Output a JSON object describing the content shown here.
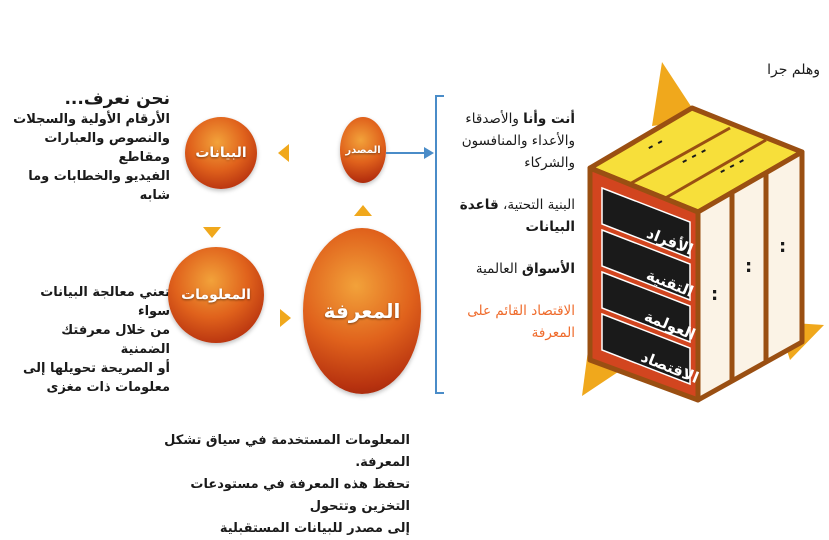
{
  "top_left": {
    "heading": "نحن نعرف...",
    "lines": [
      "الأرقام الأولية والسجلات",
      "والنصوص والعبارات ومقاطع",
      "الفيديو والخطابات وما شابه"
    ]
  },
  "mid_left": {
    "lines": [
      "تعني معالجة البيانات سواء",
      "من خلال معرفتك الضمنية",
      "أو الصريحة تحويلها إلى",
      "معلومات ذات مغزى"
    ]
  },
  "bottom": {
    "lines": [
      "المعلومات المستخدمة في سياق تشكل المعرفة.",
      "تحفظ هذه المعرفة في مستودعات التخزين وتتحول",
      "إلى مصدر للبيانات المستقبلية"
    ]
  },
  "cycle": {
    "source": "المصدر",
    "data": "البيانات",
    "information": "المعلومات",
    "knowledge": "المعرفة"
  },
  "sources_list": {
    "item1_bold": "أنت وأنا",
    "item1_rest": " والأصدقاء",
    "item1_line2": "والأعداء والمنافسون",
    "item1_line3": "والشركاء",
    "item2_line1_plain": "البنية التحتية، ",
    "item2_line1_bold": "قاعدة",
    "item2_line2": "البيانات",
    "item3_bold": "الأسواق",
    "item3_rest": " العالمية",
    "item4_line1": "الاقتصاد القائم على",
    "item4_line2": "المعرفة"
  },
  "cube": {
    "caption": "وهلم جرا",
    "labels": [
      "الأفراد",
      "التقنية",
      "العولمة",
      "الاقتصاد"
    ],
    "top_dots": [
      "- -",
      "- - -",
      "- - -"
    ],
    "side_dots": [
      ":",
      ":",
      ":"
    ]
  },
  "colors": {
    "circle_core": "#e0621c",
    "arrow_gold": "#f0a81c",
    "bracket_blue": "#4a8cc8",
    "cube_red": "#d2451f",
    "cube_frame": "#9a4f12",
    "cube_top": "#f7df3a",
    "highlight_orange": "#ef6a2a",
    "label_box": "#1a1a1a"
  }
}
